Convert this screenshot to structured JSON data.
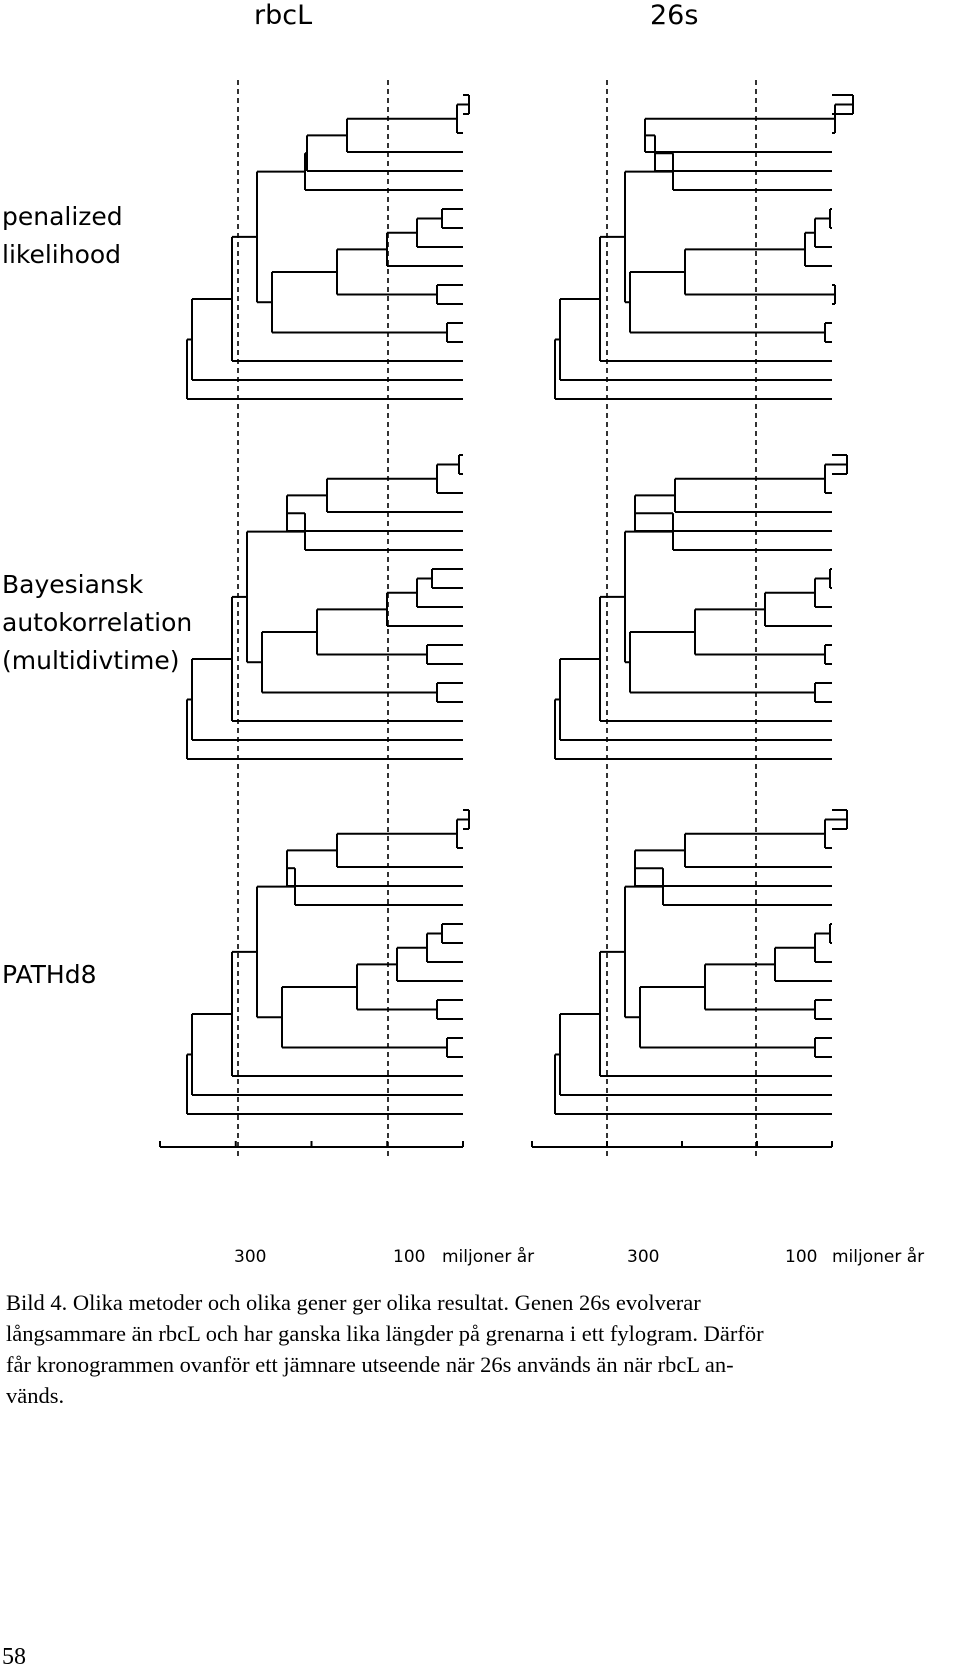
{
  "columns": [
    {
      "title": "rbcL"
    },
    {
      "title": "26s"
    }
  ],
  "rows": [
    {
      "label_lines": [
        "penalized",
        "likelihood"
      ]
    },
    {
      "label_lines": [
        "Bayesiansk",
        "autokorrelation",
        "(multidivtime)"
      ]
    },
    {
      "label_lines": [
        "PATHd8"
      ]
    }
  ],
  "axis": {
    "tick_300": "300",
    "tick_100": "100",
    "unit": "miljoner år"
  },
  "caption_lines": [
    "Bild 4. Olika metoder och olika gener ger olika resultat. Genen 26s evolverar",
    "långsammare än rbcL och har ganska lika längder på grenarna i ett fylogram. Därför",
    "får kronogrammen ovanför ett jämnare utseende när 26s används än när rbcL an-",
    "vänds."
  ],
  "page_number": "58"
}
